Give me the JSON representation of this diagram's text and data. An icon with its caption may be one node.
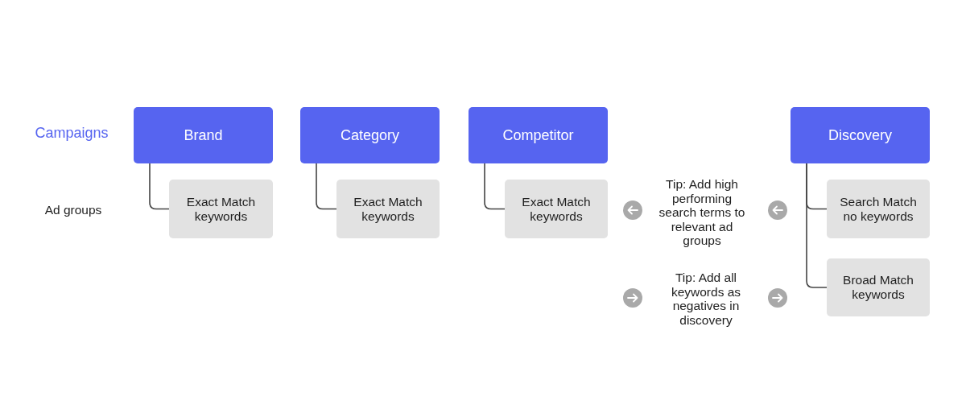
{
  "diagram": {
    "nodes": [
      {
        "text": [
          "Brand"
        ]
      },
      {
        "text": [
          "Category"
        ]
      },
      {
        "text": [
          "Competitor"
        ]
      },
      {
        "text": [
          "Discovery"
        ]
      },
      {
        "text": [
          "Exact Match keywords"
        ]
      },
      {
        "text": [
          "Exact Match keywords"
        ]
      },
      {
        "text": [
          "Exact Match keywords"
        ]
      },
      {
        "text": [
          "Search Match no keywords"
        ]
      },
      {
        "text": [
          "Broad Match keywords"
        ]
      }
    ],
    "edges": [
      {
        "from": 0,
        "to": 4,
        "arrow": "none"
      },
      {
        "from": 1,
        "to": 5,
        "arrow": "none"
      },
      {
        "from": 2,
        "to": 6,
        "arrow": "none"
      },
      {
        "from": 3,
        "to": 7,
        "arrow": "none"
      },
      {
        "from": 3,
        "to": 8,
        "arrow": "none"
      }
    ],
    "labels": [
      "Campaigns",
      "Ad groups",
      "Tip: Add high performing search terms to relevant ad groups",
      "Tip: Add all keywords as negatives in discovery"
    ]
  }
}
